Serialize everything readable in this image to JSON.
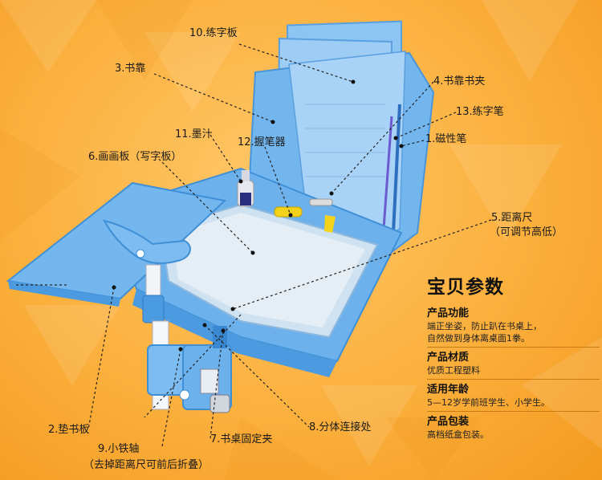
{
  "labels": {
    "l10": "10.练字板",
    "l3": "3.书靠",
    "l4": "4.书靠书夹",
    "l13": "13.练字笔",
    "l11": "11.墨汁",
    "l12": "12.握笔器",
    "l1": "1.磁性笔",
    "l6": "6.画画板（写字板）",
    "l5a": "5.距离尺",
    "l5b": "（可调节高低）",
    "l2": "2.垫书板",
    "l9a": "9.小铁轴",
    "l9b": "（去掉距离尺可前后折叠）",
    "l7": "7.书桌固定夹",
    "l8": "8.分体连接处"
  },
  "specs": {
    "title": "宝贝参数",
    "items": [
      {
        "heading": "产品功能",
        "lines": [
          "端正坐姿，防止趴在书桌上，",
          "自然做到身体离桌面1拳。"
        ]
      },
      {
        "heading": "产品材质",
        "lines": [
          "优质工程塑料"
        ]
      },
      {
        "heading": "适用年龄",
        "lines": [
          "5—12岁学前班学生、小学生。"
        ]
      },
      {
        "heading": "产品包装",
        "lines": [
          "高档纸盒包装。"
        ]
      }
    ]
  },
  "colors": {
    "background": "#fbb03d",
    "product_blue": "#6fb4ee",
    "product_dark_blue": "#3f8fd6",
    "line": "#222222"
  }
}
